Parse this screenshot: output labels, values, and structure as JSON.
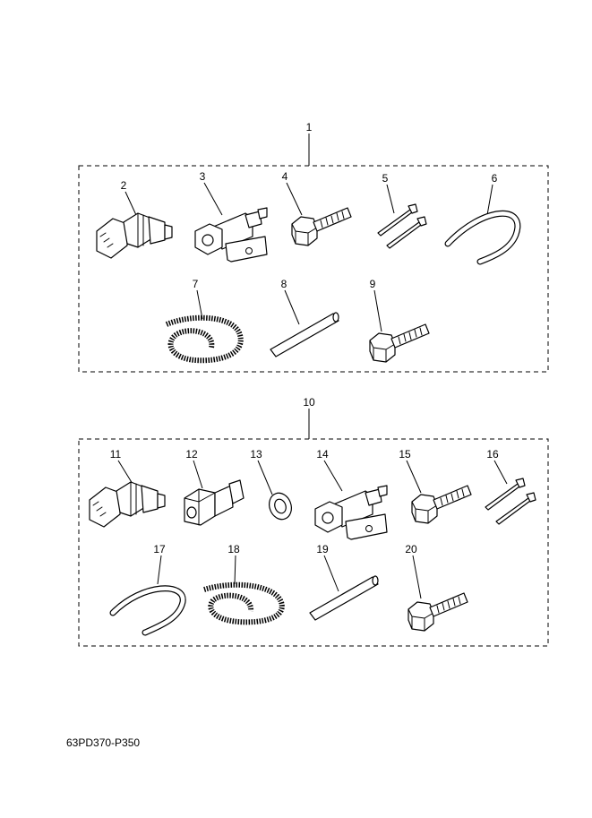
{
  "kit1": {
    "number": "1",
    "parts": [
      {
        "number": "2"
      },
      {
        "number": "3"
      },
      {
        "number": "4"
      },
      {
        "number": "5"
      },
      {
        "number": "6"
      },
      {
        "number": "7"
      },
      {
        "number": "8"
      },
      {
        "number": "9"
      }
    ]
  },
  "kit2": {
    "number": "10",
    "parts": [
      {
        "number": "11"
      },
      {
        "number": "12"
      },
      {
        "number": "13"
      },
      {
        "number": "14"
      },
      {
        "number": "15"
      },
      {
        "number": "16"
      },
      {
        "number": "17"
      },
      {
        "number": "18"
      },
      {
        "number": "19"
      },
      {
        "number": "20"
      }
    ]
  },
  "document_code": "63PD370-P350"
}
